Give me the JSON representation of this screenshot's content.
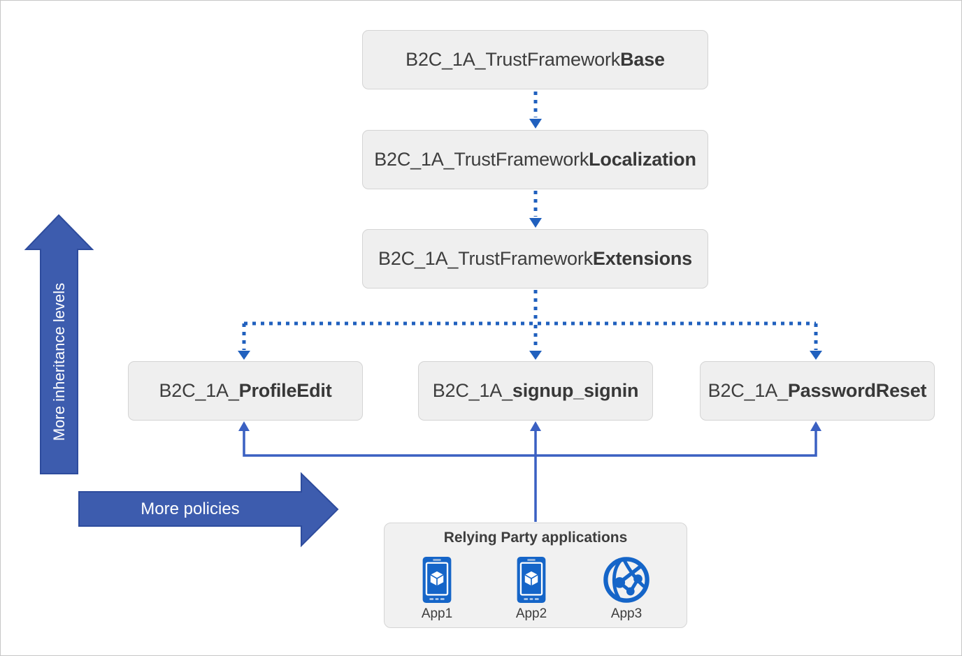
{
  "diagram": {
    "policy_boxes": [
      {
        "id": "trustframework-base",
        "prefix": "B2C_1A_TrustFramework",
        "suffix": "Base"
      },
      {
        "id": "trustframework-localization",
        "prefix": "B2C_1A_TrustFramework",
        "suffix": "Localization"
      },
      {
        "id": "trustframework-extensions",
        "prefix": "B2C_1A_TrustFramework",
        "suffix": "Extensions"
      },
      {
        "id": "profile-edit",
        "prefix": "B2C_1A_",
        "suffix": "ProfileEdit"
      },
      {
        "id": "signup-signin",
        "prefix": "B2C_1A_",
        "suffix": "signup_signin"
      },
      {
        "id": "password-reset",
        "prefix": "B2C_1A_",
        "suffix": "PasswordReset"
      }
    ],
    "axes": {
      "vertical_arrow_label": "More inheritance levels",
      "horizontal_arrow_label": "More policies"
    },
    "relying_party": {
      "title": "Relying Party applications",
      "apps": [
        {
          "label": "App1",
          "icon": "mobile-app-icon"
        },
        {
          "label": "App2",
          "icon": "mobile-app-icon"
        },
        {
          "label": "App3",
          "icon": "web-app-globe-icon"
        }
      ]
    },
    "colors": {
      "box_background": "#efefef",
      "box_border": "#d4d4d4",
      "box_text": "#3d3d3d",
      "connector_dotted_blue": "#2060be",
      "connector_solid_blue": "#3a60c2",
      "block_arrow_blue": "#3d5cae",
      "block_arrow_border": "#2e4c9d",
      "app_icon_blue": "#1565c8"
    }
  }
}
